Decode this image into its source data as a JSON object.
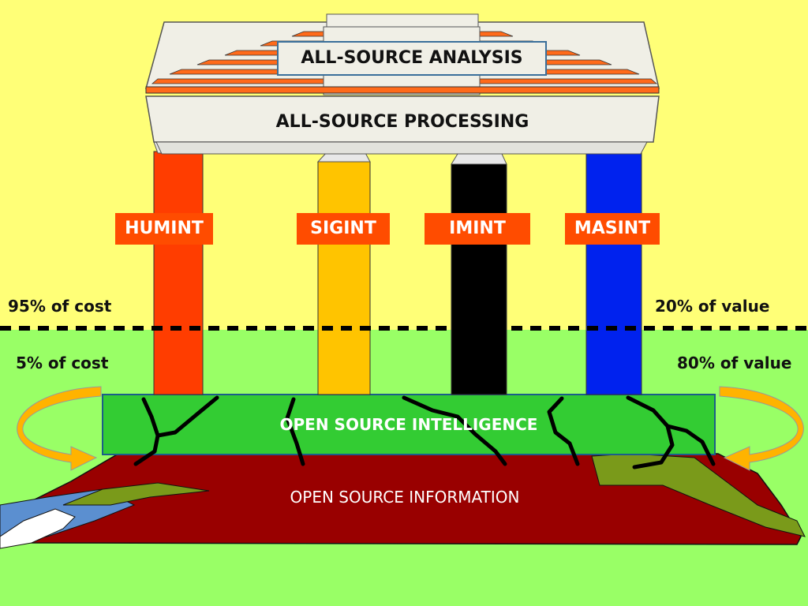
{
  "analysis_label": "ALL-SOURCE ANALYSIS",
  "processing_label": "ALL-SOURCE PROCESSING",
  "pillars": [
    {
      "label": "HUMINT",
      "color": "#ff3d00"
    },
    {
      "label": "SIGINT",
      "color": "#ffc400"
    },
    {
      "label": "IMINT",
      "color": "#000000"
    },
    {
      "label": "MASINT",
      "color": "#0022ee"
    }
  ],
  "label_box_color": "#ff4c00",
  "left_above": "95% of cost",
  "left_below": "5% of cost",
  "right_above": "20% of value",
  "right_below": "80% of value",
  "osint_label": "OPEN SOURCE INTELLIGENCE",
  "osinf_label": "OPEN SOURCE INFORMATION",
  "colors": {
    "sky": "#ffff77",
    "ground": "#99ff66",
    "osint_band": "#33cc33",
    "information": "#990000",
    "arrow": "#ffb300"
  }
}
